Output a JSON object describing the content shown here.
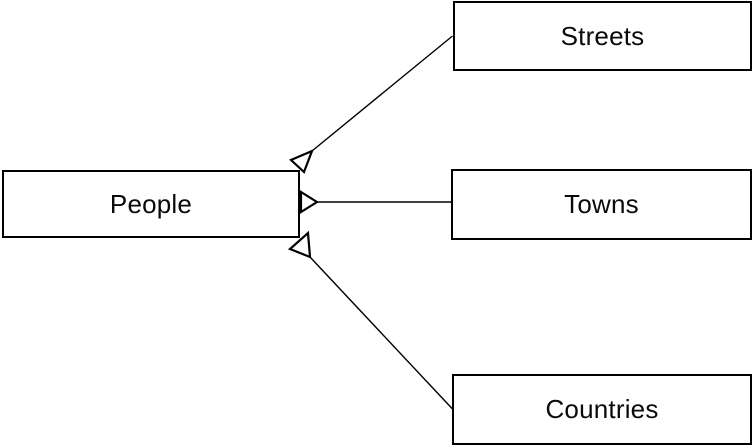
{
  "diagram": {
    "background_color": "#ffffff",
    "line_color": "#000000",
    "text_color": "#0a0a0a",
    "nodes": [
      {
        "id": "people",
        "label": "People"
      },
      {
        "id": "streets",
        "label": "Streets"
      },
      {
        "id": "towns",
        "label": "Towns"
      },
      {
        "id": "countries",
        "label": "Countries"
      }
    ],
    "connectors": [
      {
        "from": "people",
        "to": "streets",
        "arrowhead": "hollow-triangle",
        "arrowhead_at": "people"
      },
      {
        "from": "people",
        "to": "towns",
        "arrowhead": "hollow-triangle",
        "arrowhead_at": "people"
      },
      {
        "from": "people",
        "to": "countries",
        "arrowhead": "hollow-triangle",
        "arrowhead_at": "people"
      }
    ]
  }
}
